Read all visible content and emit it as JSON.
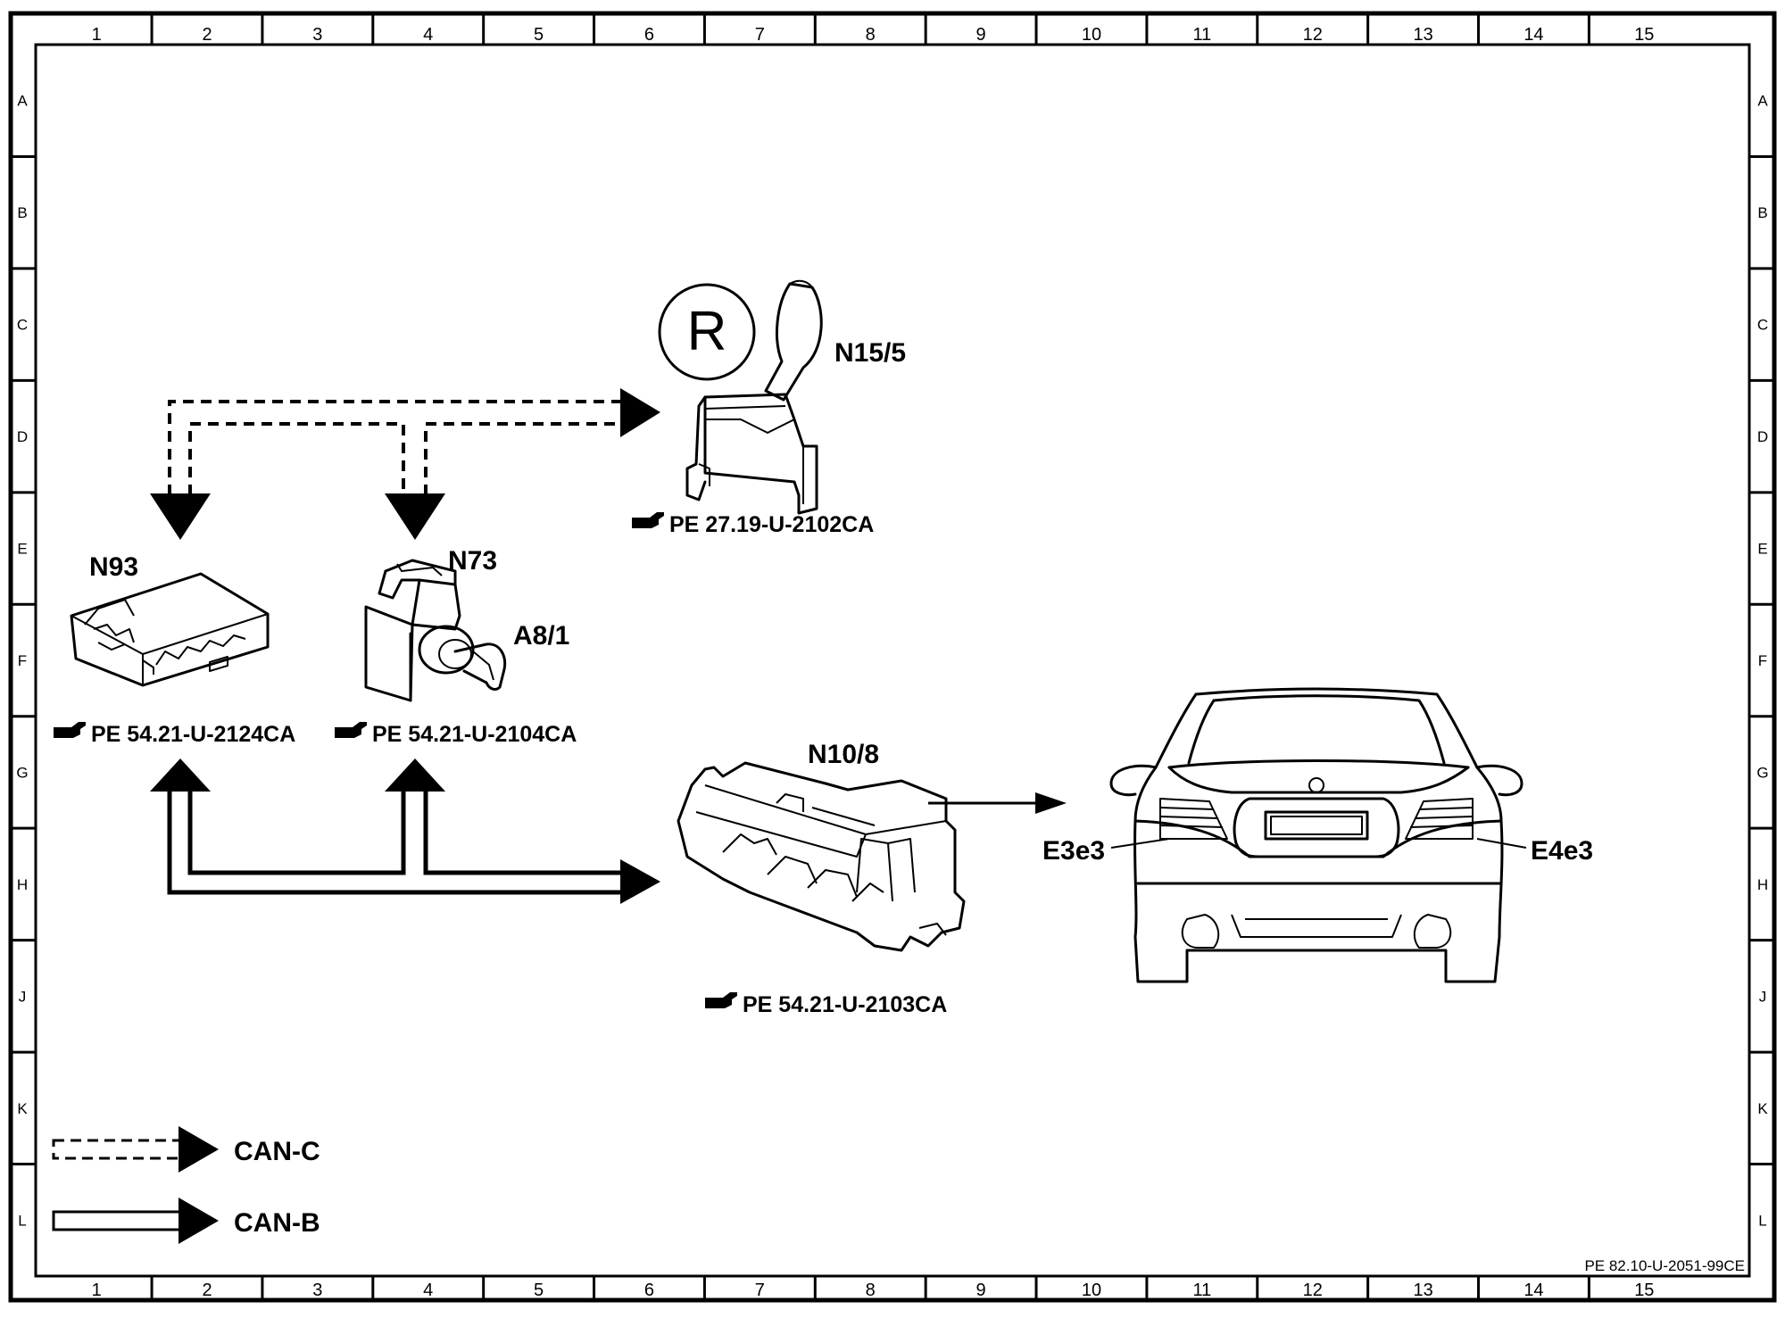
{
  "frame": {
    "columns": [
      "1",
      "2",
      "3",
      "4",
      "5",
      "6",
      "7",
      "8",
      "9",
      "10",
      "11",
      "12",
      "13",
      "14",
      "15"
    ],
    "rows": [
      "A",
      "B",
      "C",
      "D",
      "E",
      "F",
      "G",
      "H",
      "J",
      "K",
      "L"
    ]
  },
  "components": {
    "n15_5": {
      "label": "N15/5",
      "ref": "PE 27.19-U-2102CA",
      "gear_symbol": "R"
    },
    "n93": {
      "label": "N93",
      "ref": "PE 54.21-U-2124CA"
    },
    "n73": {
      "label": "N73",
      "sub_label": "A8/1",
      "ref": "PE 54.21-U-2104CA"
    },
    "n10_8": {
      "label": "N10/8",
      "ref": "PE 54.21-U-2103CA"
    },
    "vehicle": {
      "left_lamp": "E3e3",
      "right_lamp": "E4e3"
    }
  },
  "legend": {
    "can_c": "CAN-C",
    "can_b": "CAN-B"
  },
  "document_id": "PE 82.10-U-2051-99CE",
  "ref_icon": "pointing-hand-icon"
}
